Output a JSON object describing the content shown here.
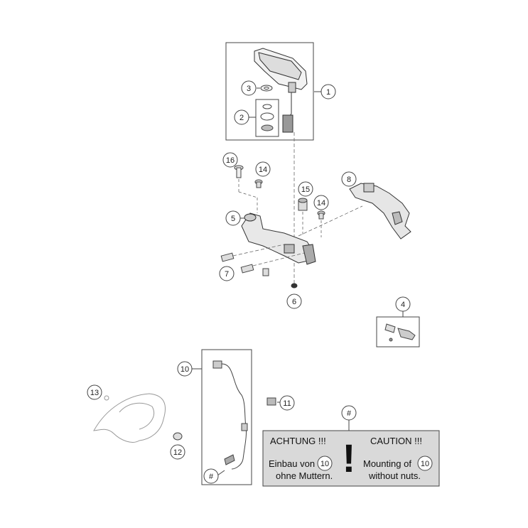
{
  "callouts": {
    "c1": "1",
    "c2": "2",
    "c3": "3",
    "c4": "4",
    "c5": "5",
    "c6": "6",
    "c7": "7",
    "c8": "8",
    "c10a": "10",
    "c11": "11",
    "c12": "12",
    "c13": "13",
    "c14a": "14",
    "c14b": "14",
    "c15": "15",
    "c16": "16",
    "hash_a": "#",
    "hash_b": "#"
  },
  "warning": {
    "de_title": "ACHTUNG !!!",
    "en_title": "CAUTION !!!",
    "de_line1": "Einbau von",
    "de_line2": "ohne Muttern.",
    "en_line1": "Mounting of",
    "en_line2": "without nuts.",
    "ref_de": "10",
    "ref_en": "10",
    "exclamation": "!",
    "bg_color": "#d9d9d9"
  }
}
